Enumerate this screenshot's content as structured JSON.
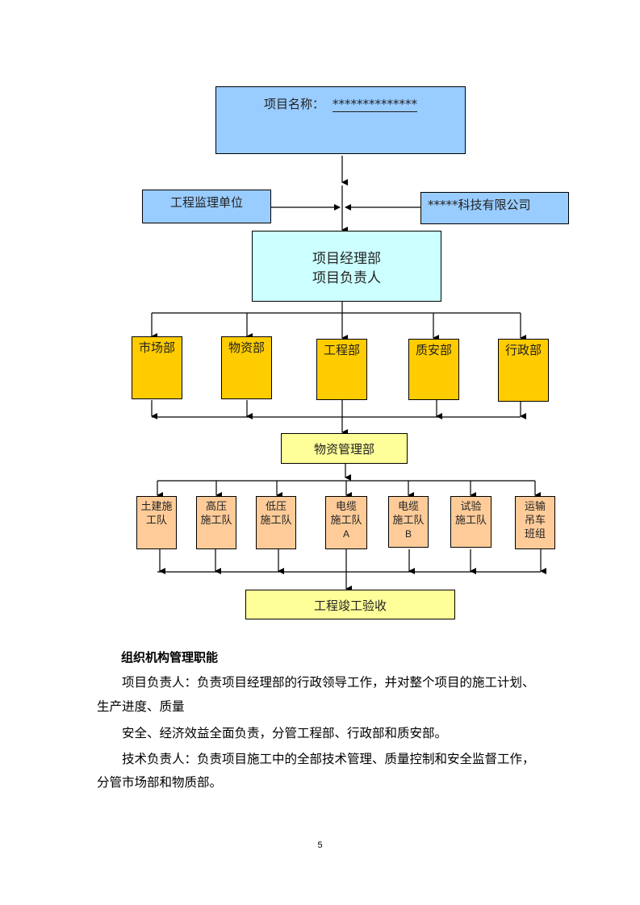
{
  "chart": {
    "project_name_label": "项目名称：",
    "project_name_value": "**************",
    "supervisor": "工程监理单位",
    "company": "*****科技有限公司",
    "pm_dept_line1": "项目经理部",
    "pm_dept_line2": "项目负责人",
    "departments": [
      "市场部",
      "物资部",
      "工程部",
      "质安部",
      "行政部"
    ],
    "materials_dept": "物资管理部",
    "teams": [
      {
        "lines": [
          "土建施",
          "工队"
        ]
      },
      {
        "lines": [
          "高压",
          "施工队"
        ]
      },
      {
        "lines": [
          "低压",
          "施工队"
        ]
      },
      {
        "lines": [
          "电缆",
          "施工队",
          "A"
        ]
      },
      {
        "lines": [
          "电缆",
          "施工队",
          "B"
        ]
      },
      {
        "lines": [
          "试验",
          "施工队"
        ]
      },
      {
        "lines": [
          "运输",
          "吊车",
          "班组"
        ]
      }
    ],
    "acceptance": "工程竣工验收",
    "colors": {
      "top": "#99ccff",
      "pm": "#ccffff",
      "dept": "#ffcc00",
      "materials": "#ffff99",
      "team": "#ffcc99"
    }
  },
  "text": {
    "heading": "组织机构管理职能",
    "p1": "项目负责人：负责项目经理部的行政领导工作，并对整个项目的施工计划、",
    "p1_cont": "生产进度、质量",
    "p2": "安全、经济效益全面负责，分管工程部、行政部和质安部。",
    "p3": "技术负责人：负责项目施工中的全部技术管理、质量控制和安全监督工作，",
    "p3_cont": "分管市场部和物质部。"
  },
  "page_number": "5"
}
